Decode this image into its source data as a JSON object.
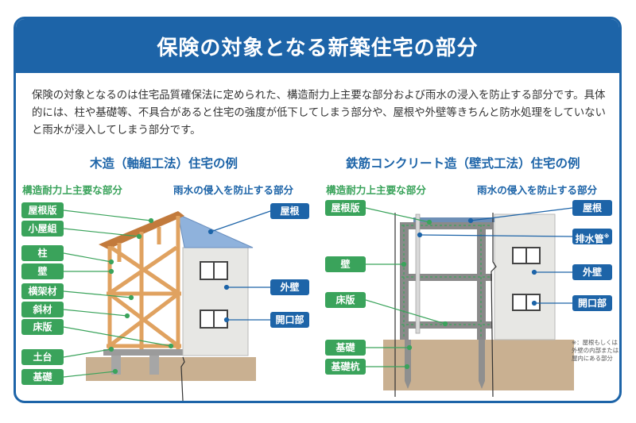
{
  "header": {
    "title": "保険の対象となる新築住宅の部分"
  },
  "intro": "保険の対象となるのは住宅品質確保法に定められた、構造耐力上主要な部分および雨水の浸入を防止する部分です。具体的には、柱や基礎等、不具合があると住宅の強度が低下してしまう部分や、屋根や外壁等きちんと防水処理をしていないと雨水が浸入してしまう部分です。",
  "wood": {
    "title": "木造（軸組工法）住宅の例",
    "structural_heading": "構造耐力上主要な部分",
    "water_heading": "雨水の侵入を防止する部分",
    "structural_labels": [
      "屋根版",
      "小屋組",
      "柱",
      "壁",
      "横架材",
      "斜材",
      "床版",
      "土台",
      "基礎"
    ],
    "water_labels": [
      "屋根",
      "外壁",
      "開口部"
    ]
  },
  "rc": {
    "title": "鉄筋コンクリート造（壁式工法）住宅の例",
    "structural_heading": "構造耐力上主要な部分",
    "water_heading": "雨水の侵入を防止する部分",
    "structural_labels": [
      "屋根版",
      "壁",
      "床版",
      "基礎",
      "基礎杭"
    ],
    "water_labels": [
      "屋根",
      "排水管",
      "外壁",
      "開口部"
    ],
    "footnote_mark": "※",
    "footnote": "※：屋根もしくは外壁の内部または屋内にある部分"
  },
  "colors": {
    "brand": "#1d64a8",
    "structural": "#3aa35b",
    "roof": "#8fb2dc",
    "timber": "#e0a260",
    "ground": "#c9b091",
    "wall": "#e7e7e4"
  }
}
